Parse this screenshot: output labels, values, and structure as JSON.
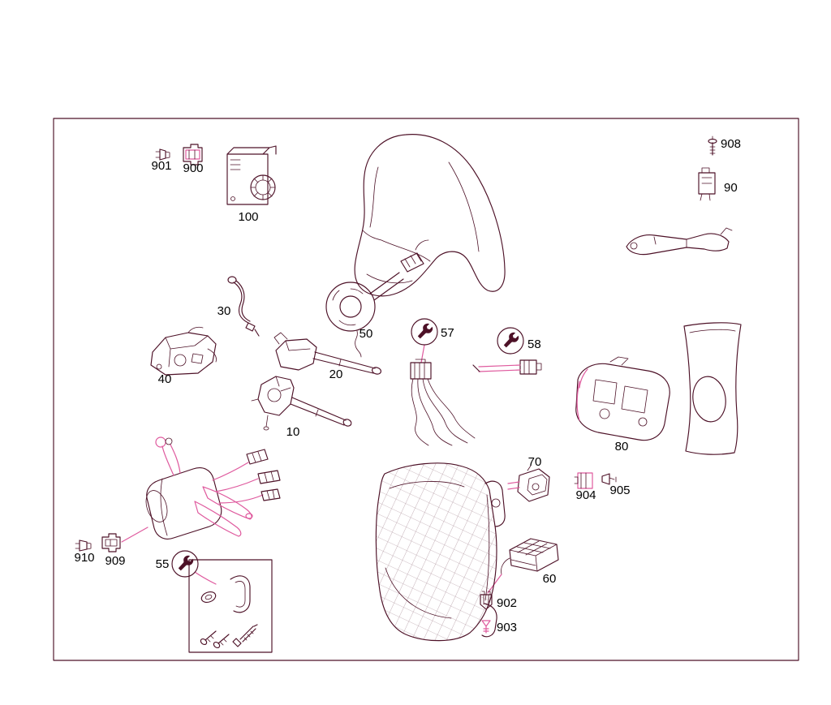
{
  "diagram": {
    "type": "exploded-parts-diagram",
    "colors": {
      "line": "#4d1127",
      "accent": "#df5a9e",
      "label": "#000000",
      "background": "#ffffff"
    },
    "parts": [
      {
        "label": "901"
      },
      {
        "label": "900"
      },
      {
        "label": "100"
      },
      {
        "label": "908"
      },
      {
        "label": "90"
      },
      {
        "label": "30"
      },
      {
        "label": "50"
      },
      {
        "label": "57",
        "wrench_callout": true
      },
      {
        "label": "58",
        "wrench_callout": true
      },
      {
        "label": "40"
      },
      {
        "label": "20"
      },
      {
        "label": "10"
      },
      {
        "label": "80"
      },
      {
        "label": "70"
      },
      {
        "label": "904"
      },
      {
        "label": "905"
      },
      {
        "label": "60"
      },
      {
        "label": "902"
      },
      {
        "label": "903"
      },
      {
        "label": "910"
      },
      {
        "label": "909"
      },
      {
        "label": "55",
        "wrench_callout": true
      }
    ]
  }
}
